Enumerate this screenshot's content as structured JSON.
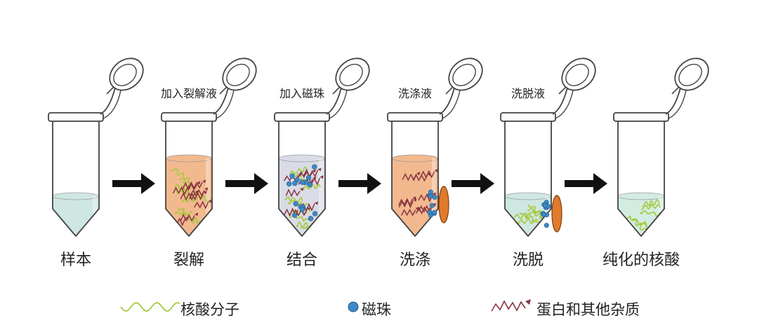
{
  "steps": [
    {
      "top_label": "",
      "bottom_label": "样本",
      "liquid": "#cfe7e2",
      "level": "low",
      "content": "none"
    },
    {
      "top_label": "加入裂解液",
      "bottom_label": "裂解",
      "liquid": "#f2b98f",
      "level": "full",
      "content": "nucleic+protein"
    },
    {
      "top_label": "加入磁珠",
      "bottom_label": "结合",
      "liquid": "#d9dce6",
      "level": "full",
      "content": "beads+nucleic+protein"
    },
    {
      "top_label": "洗涤液",
      "bottom_label": "洗涤",
      "liquid": "#f2b98f",
      "level": "full",
      "content": "protein+magnet"
    },
    {
      "top_label": "洗脱液",
      "bottom_label": "洗脱",
      "liquid": "#cfe7e2",
      "level": "low",
      "content": "nucleic+magnet"
    },
    {
      "top_label": "",
      "bottom_label": "纯化的核酸",
      "liquid": "#d3ece2",
      "level": "low",
      "content": "nucleic"
    }
  ],
  "legend": {
    "nucleic": "核酸分子",
    "beads": "磁珠",
    "protein": "蛋白和其他杂质"
  },
  "colors": {
    "nucleic": "#a6c93c",
    "bead": "#3f88c5",
    "protein": "#8a3540",
    "magnet": "#e07a2c",
    "arrow": "#111111"
  }
}
